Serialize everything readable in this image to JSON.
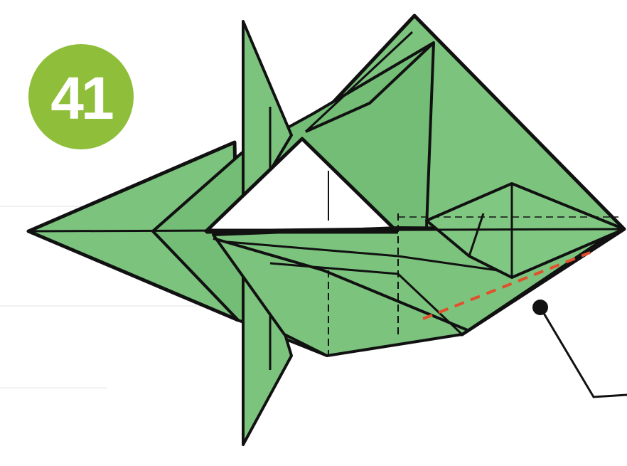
{
  "step": {
    "number": "41"
  },
  "colors": {
    "paper": "#7cc47e",
    "paper_dark": "#6ab36c",
    "outline": "#111111",
    "cut_line": "#e0502a",
    "badge": "#8fbf3a",
    "background": "#ffffff"
  },
  "icons": {
    "badge": "step-number-circle",
    "pointer": "leader-line-with-dot",
    "fold_line": "dashed-red-fold-line"
  }
}
